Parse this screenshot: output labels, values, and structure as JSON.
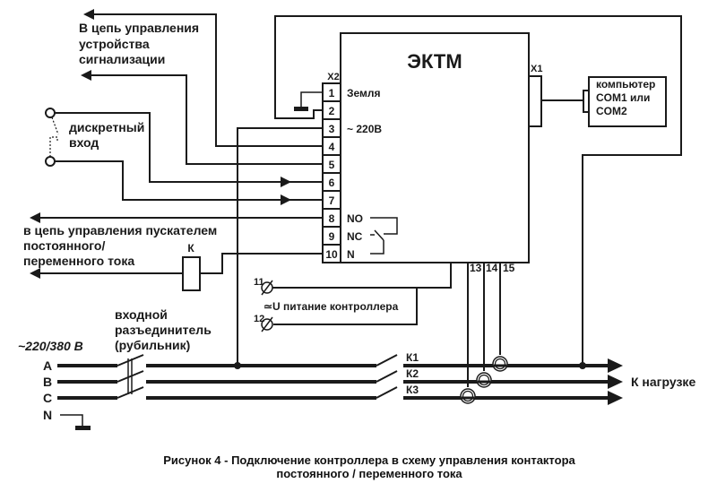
{
  "device": {
    "title": "ЭКТМ",
    "connector_x1": "X1",
    "connector_x2": "X2",
    "label_ground": "Земля",
    "label_220": "~ 220В",
    "relay_no": "NO",
    "relay_nc": "NC",
    "relay_n": "N"
  },
  "terminals": [
    "1",
    "2",
    "3",
    "4",
    "5",
    "6",
    "7",
    "8",
    "9",
    "10"
  ],
  "bottom_terminals": [
    "13",
    "14",
    "15"
  ],
  "computer": {
    "line1": "компьютер",
    "line2": "COM1 или",
    "line3": "COM2"
  },
  "labels": {
    "alarm_line1": "В цепь управления",
    "alarm_line2": "устройства",
    "alarm_line3": "сигнализации",
    "discrete_line1": "дискретный",
    "discrete_line2": "вход",
    "starter_line1": "в цепь управления пускателем",
    "starter_line2": "постоянного/",
    "starter_line3": "переменного тока",
    "coil": "К",
    "power_t11": "11",
    "power_t12": "12",
    "power_label": "≃U питание контроллера",
    "switch_line1": "входной",
    "switch_line2": "разъединитель",
    "switch_line3": "(рубильник)",
    "voltage": "~220/380 В",
    "phase_a": "A",
    "phase_b": "B",
    "phase_c": "C",
    "neutral": "N",
    "k1": "К1",
    "k2": "К2",
    "k3": "К3",
    "load": "К нагрузке"
  },
  "caption": {
    "line1": "Рисунок 4 - Подключение контроллера в схему управления контактора",
    "line2": "постоянного / переменного тока"
  }
}
